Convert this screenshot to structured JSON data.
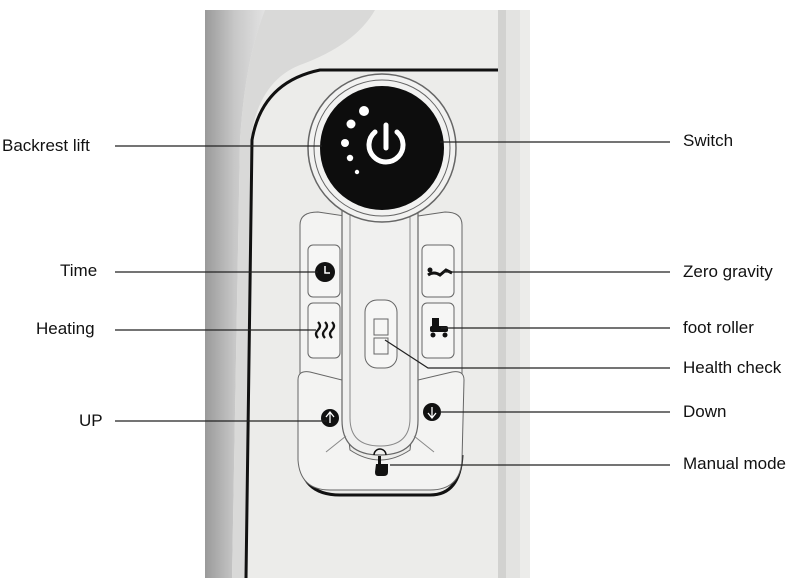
{
  "labels": {
    "backrest_lift": "Backrest lift",
    "time": "Time",
    "heating": "Heating",
    "up": "UP",
    "switch": "Switch",
    "zero_gravity": "Zero gravity",
    "foot_roller": "foot roller",
    "health_check": "Health check",
    "down": "Down",
    "manual_mode": "Manual mode"
  },
  "colors": {
    "panel": "#ededeb",
    "button_dark": "#111111",
    "outline": "#555555"
  }
}
